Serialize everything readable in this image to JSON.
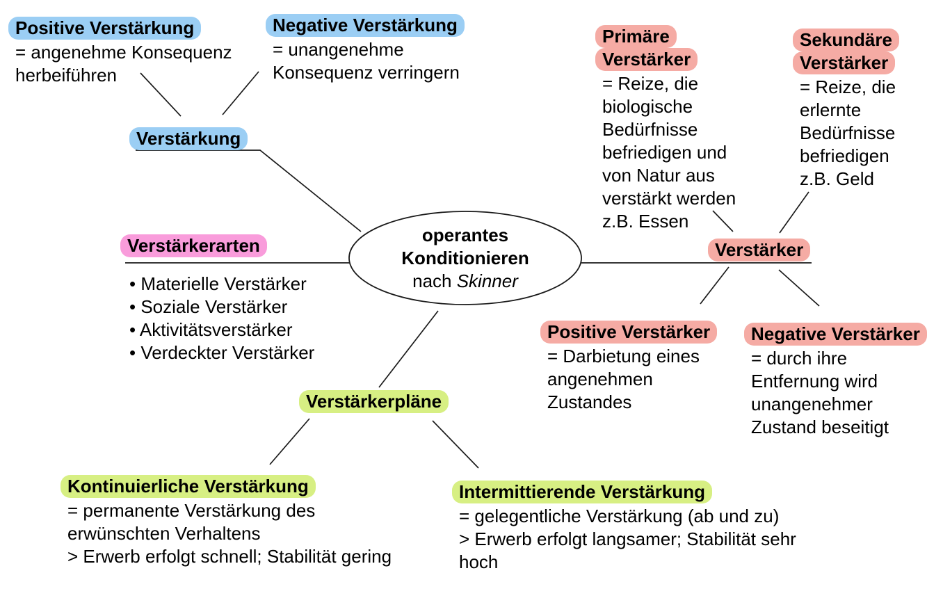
{
  "diagram": {
    "colors": {
      "blue_highlight": "#9BCEF4",
      "pink_highlight": "#F99CDB",
      "salmon_highlight": "#F5ABA4",
      "green_highlight": "#D7EF83",
      "line": "#1a1a1a"
    },
    "center": {
      "title": "operantes\nKonditionieren",
      "subtitle_prefix": "nach ",
      "subtitle_italic": "Skinner"
    },
    "nodes": {
      "verstaerkung": {
        "label": "Verstärkung"
      },
      "positive_verstaerkung": {
        "label": "Positive Verstärkung",
        "body": "= angenehme Konsequenz\nherbeiführen"
      },
      "negative_verstaerkung": {
        "label": "Negative Verstärkung",
        "body": "= unangenehme\nKonsequenz verringern"
      },
      "verstaerkerarten": {
        "label": "Verstärkerarten",
        "items": [
          "• Materielle Verstärker",
          "• Soziale Verstärker",
          "• Aktivitätsverstärker",
          "• Verdeckter Verstärker"
        ]
      },
      "verstaerker": {
        "label": "Verstärker"
      },
      "primaere_verstaerker": {
        "label": "Primäre Verstärker",
        "body": "= Reize, die\nbiologische\nBedürfnisse\nbefriedigen und\nvon Natur aus\nverstärkt werden\nz.B. Essen"
      },
      "sekundaere_verstaerker": {
        "label": "Sekundäre Verstärker",
        "body": "= Reize, die\nerlernte\nBedürfnisse\nbefriedigen\nz.B. Geld"
      },
      "positive_verstaerker": {
        "label": "Positive Verstärker",
        "body": "= Darbietung eines\nangenehmen\nZustandes"
      },
      "negative_verstaerker": {
        "label": "Negative Verstärker",
        "body": "= durch ihre\nEntfernung wird\nunangenehmer\nZustand beseitigt"
      },
      "verstaerkerplaene": {
        "label": "Verstärkerpläne"
      },
      "kontinuierliche_verstaerkung": {
        "label": "Kontinuierliche Verstärkung",
        "body": "= permanente Verstärkung des\nerwünschten Verhaltens\n> Erwerb erfolgt schnell; Stabilität gering"
      },
      "intermittierende_verstaerkung": {
        "label": "Intermittierende Verstärkung",
        "body": "= gelegentliche Verstärkung (ab und zu)\n> Erwerb erfolgt langsamer; Stabilität sehr\nhoch"
      }
    }
  }
}
